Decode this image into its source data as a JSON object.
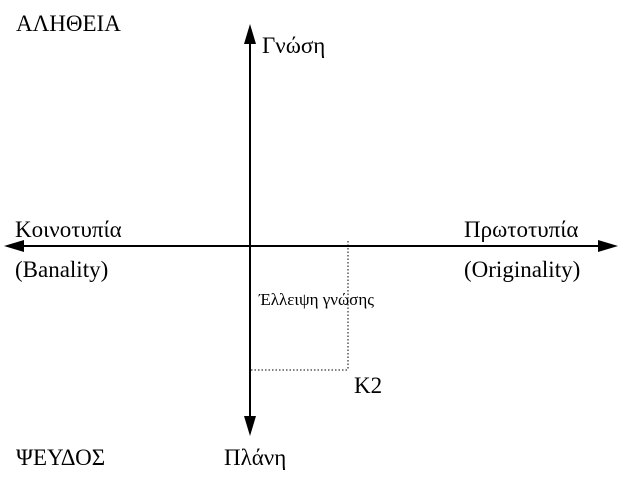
{
  "corners": {
    "top_left": "ΑΛΗΘΕΙΑ",
    "bottom_left": "ΨΕΥΔΟΣ"
  },
  "axes": {
    "vertical": {
      "top": "Γνώση",
      "bottom": "Πλάνη"
    },
    "horizontal": {
      "left": "Κοινοτυπία",
      "left_translation": "(Banality)",
      "right": "Πρωτοτυπία",
      "right_translation": "(Originality)"
    }
  },
  "region_label": "Έλλειψη γνώσης",
  "point_label": "Κ2",
  "colors": {
    "ink": "#000000",
    "background": "#ffffff"
  }
}
